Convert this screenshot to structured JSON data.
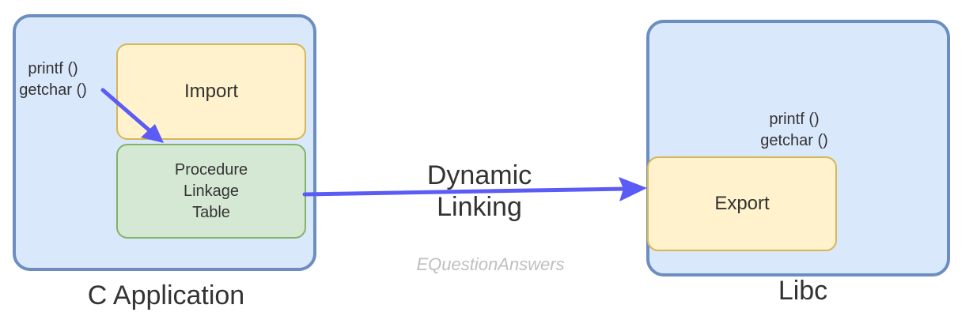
{
  "c_application": {
    "title": "C Application",
    "calls": [
      "printf ()",
      "getchar ()"
    ],
    "import_label": "Import",
    "plt_label_lines": [
      "Procedure",
      "Linkage",
      "Table"
    ]
  },
  "libc": {
    "title": "Libc",
    "calls": [
      "printf ()",
      "getchar ()"
    ],
    "export_label": "Export"
  },
  "link": {
    "label_lines": [
      "Dynamic",
      "Linking"
    ]
  },
  "watermark": "EQuestionAnswers",
  "colors": {
    "container_fill": "#dae8fc",
    "container_stroke": "#6c8ebf",
    "yellow_fill": "#fff2cc",
    "yellow_stroke": "#d6b656",
    "green_fill": "#d5e8d4",
    "green_stroke": "#82b366",
    "arrow": "#5b5bf5"
  }
}
